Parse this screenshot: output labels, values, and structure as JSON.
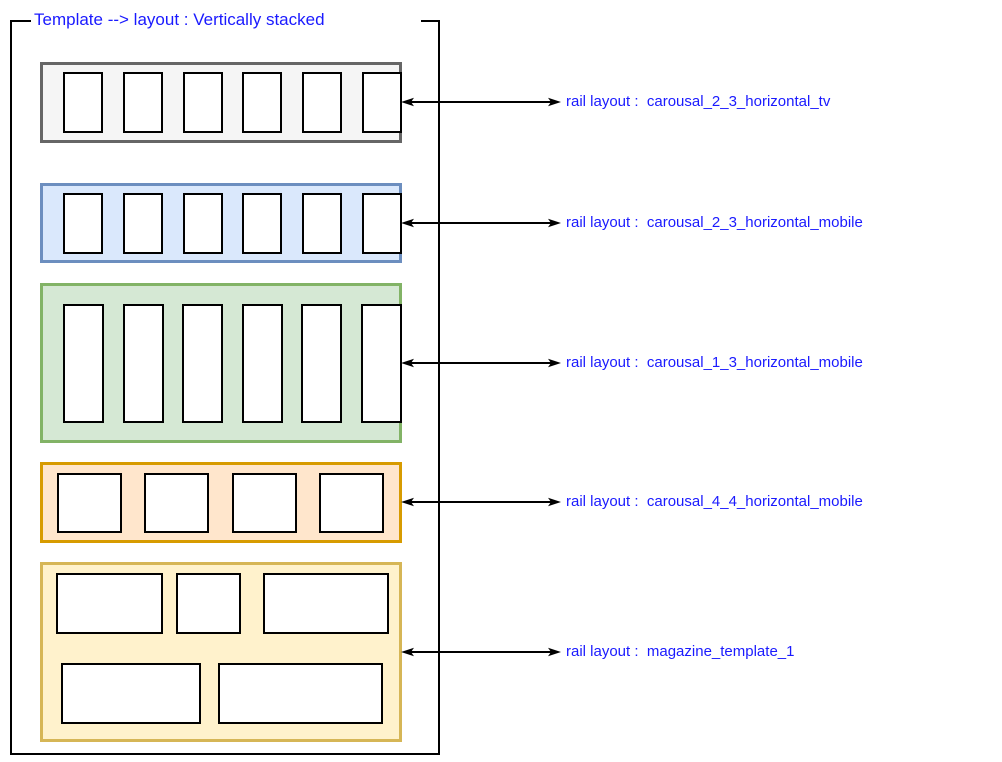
{
  "title": "Template --> layout : Vertically stacked",
  "colors": {
    "label_text": "#1A1AFF",
    "arrow": "#000000",
    "outline": "#000000",
    "card_fill": "#ffffff",
    "card_stroke": "#000000"
  },
  "rails": [
    {
      "id": "carousal_2_3_horizontal_tv",
      "label": "rail layout :  carousal_2_3_horizontal_tv",
      "fill": "#f5f5f5",
      "stroke": "#666666",
      "item_count": 6,
      "item_shape": "portrait_2_3"
    },
    {
      "id": "carousal_2_3_horizontal_mobile",
      "label": "rail layout :  carousal_2_3_horizontal_mobile",
      "fill": "#dae8fc",
      "stroke": "#6c8ebf",
      "item_count": 6,
      "item_shape": "portrait_2_3"
    },
    {
      "id": "carousal_1_3_horizontal_mobile",
      "label": "rail layout :  carousal_1_3_horizontal_mobile",
      "fill": "#d5e8d4",
      "stroke": "#82b366",
      "item_count": 6,
      "item_shape": "portrait_1_3"
    },
    {
      "id": "carousal_4_4_horizontal_mobile",
      "label": "rail layout :  carousal_4_4_horizontal_mobile",
      "fill": "#ffe6cc",
      "stroke": "#d79b00",
      "item_count": 4,
      "item_shape": "square"
    },
    {
      "id": "magazine_template_1",
      "label": "rail layout :  magazine_template_1",
      "fill": "#fff2cc",
      "stroke": "#d6b656",
      "item_count": 5,
      "item_shape": "magazine_grid"
    }
  ]
}
